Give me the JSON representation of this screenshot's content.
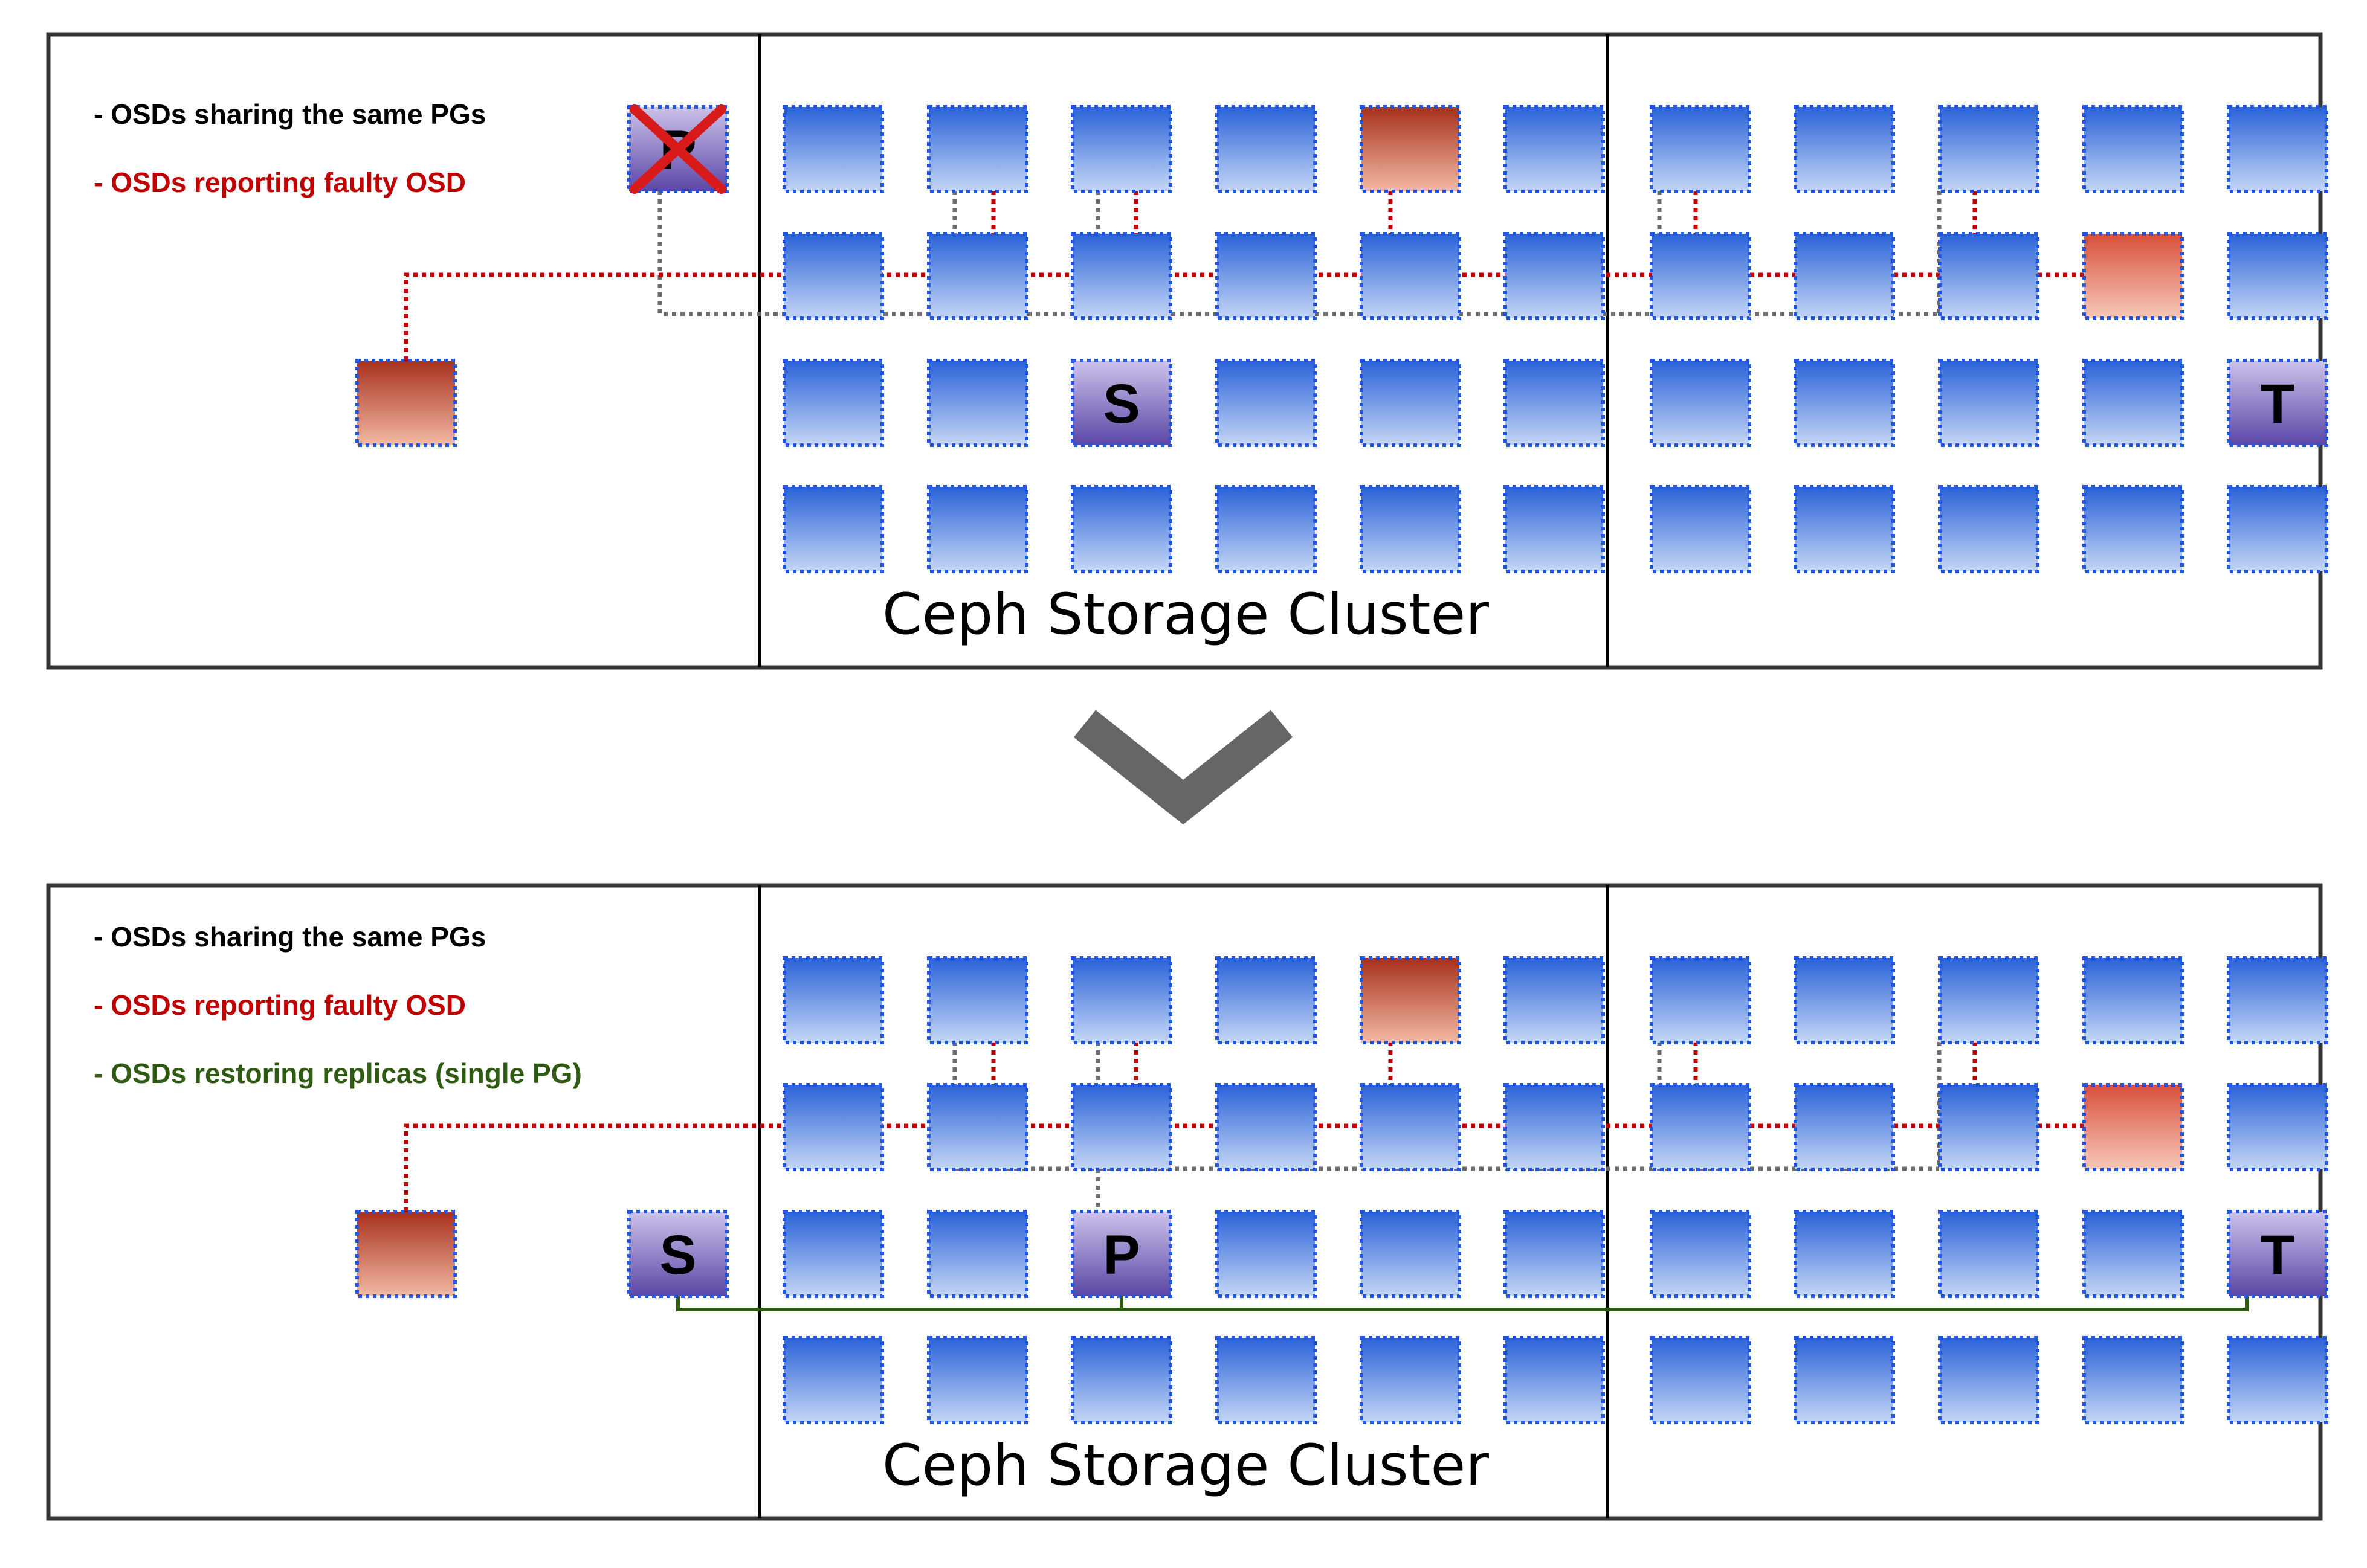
{
  "panels": [
    {
      "id": "before",
      "cluster_label": "Ceph Storage Cluster",
      "legend": [
        {
          "text": "- OSDs sharing the same PGs",
          "color": "#000000"
        },
        {
          "text": "- OSDs reporting faulty OSD",
          "color": "#c00000"
        }
      ],
      "osds": [
        {
          "role": "primary-failed",
          "letter": "P",
          "failed": true
        },
        {
          "role": "secondary",
          "letter": "S"
        },
        {
          "role": "tertiary",
          "letter": "T"
        }
      ]
    },
    {
      "id": "after",
      "cluster_label": "Ceph Storage Cluster",
      "legend": [
        {
          "text": "- OSDs sharing the same PGs",
          "color": "#000000"
        },
        {
          "text": "- OSDs reporting faulty OSD",
          "color": "#c00000"
        },
        {
          "text": "- OSDs restoring replicas (single PG)",
          "color": "#2e5a12"
        }
      ],
      "osds": [
        {
          "role": "secondary",
          "letter": "S"
        },
        {
          "role": "primary",
          "letter": "P"
        },
        {
          "role": "tertiary",
          "letter": "T"
        }
      ]
    }
  ],
  "colors": {
    "osd_normal_top": "#2a62d8",
    "osd_normal_bottom": "#c4d6f5",
    "osd_faulty_top": "#a6301c",
    "osd_faulty_bottom": "#f3b9a4",
    "osd_reporting_top": "#d8503c",
    "osd_reporting_bottom": "#f7c8b8",
    "osd_replica_top": "#ccc2ea",
    "osd_replica_bottom": "#5b46a6",
    "link_shared": "#6b6b6b",
    "link_reporting": "#c00000",
    "link_restoring": "#2e5a12",
    "fail_mark": "#d81a1a",
    "arrow": "#666666"
  },
  "icons": [
    "failure-cross-icon",
    "transition-chevron-down-icon"
  ]
}
